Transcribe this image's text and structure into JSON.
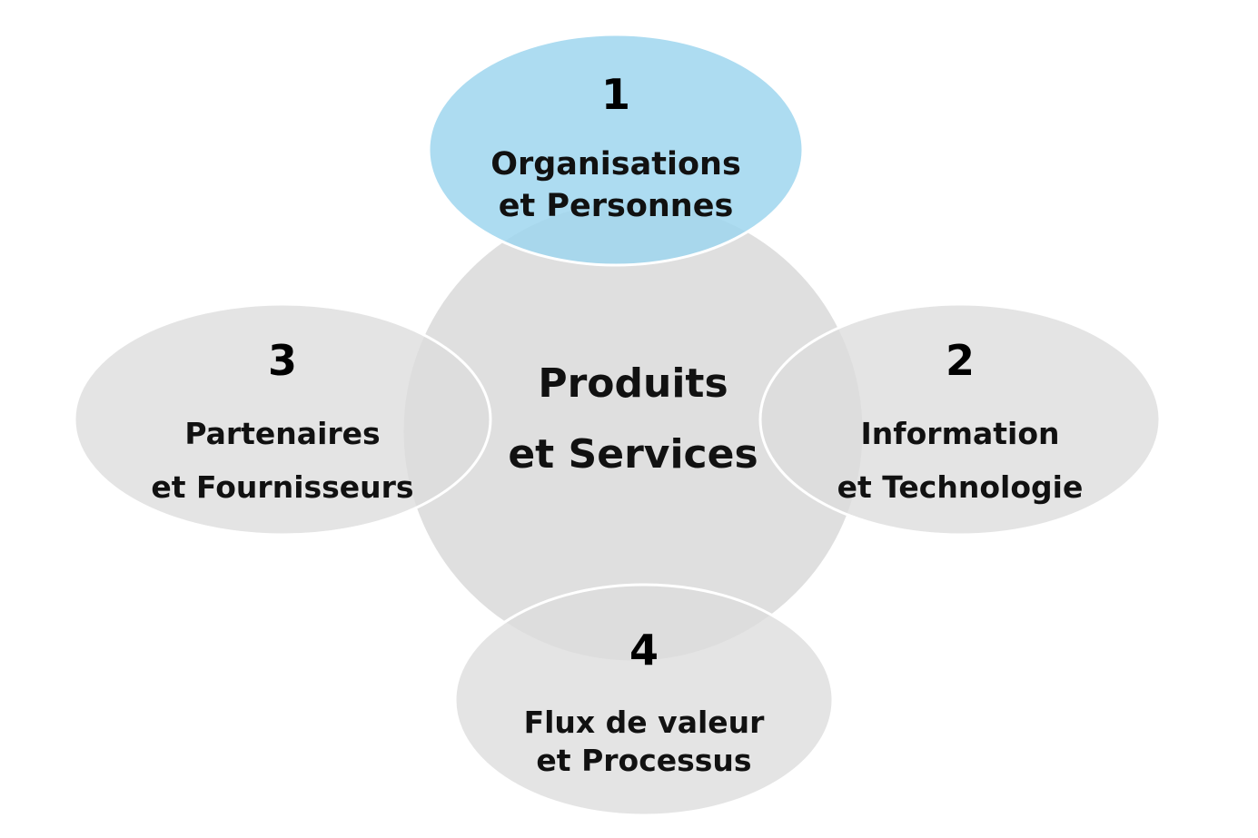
{
  "center": {
    "line1": "Produits",
    "line2": "et Services"
  },
  "dimensions": [
    {
      "number": "1",
      "line1": "Organisations",
      "line2": "et Personnes"
    },
    {
      "number": "2",
      "line1": "Information",
      "line2": "et Technologie"
    },
    {
      "number": "3",
      "line1": "Partenaires",
      "line2": "et Fournisseurs"
    },
    {
      "number": "4",
      "line1": "Flux de valeur",
      "line2": "et Processus"
    }
  ],
  "colors": {
    "center_fill": "#dcdcdc",
    "ellipse_fill": "#dcdcdc",
    "highlight_fill": "#9fd6ee",
    "outline": "#ffffff",
    "text": "#111111"
  }
}
